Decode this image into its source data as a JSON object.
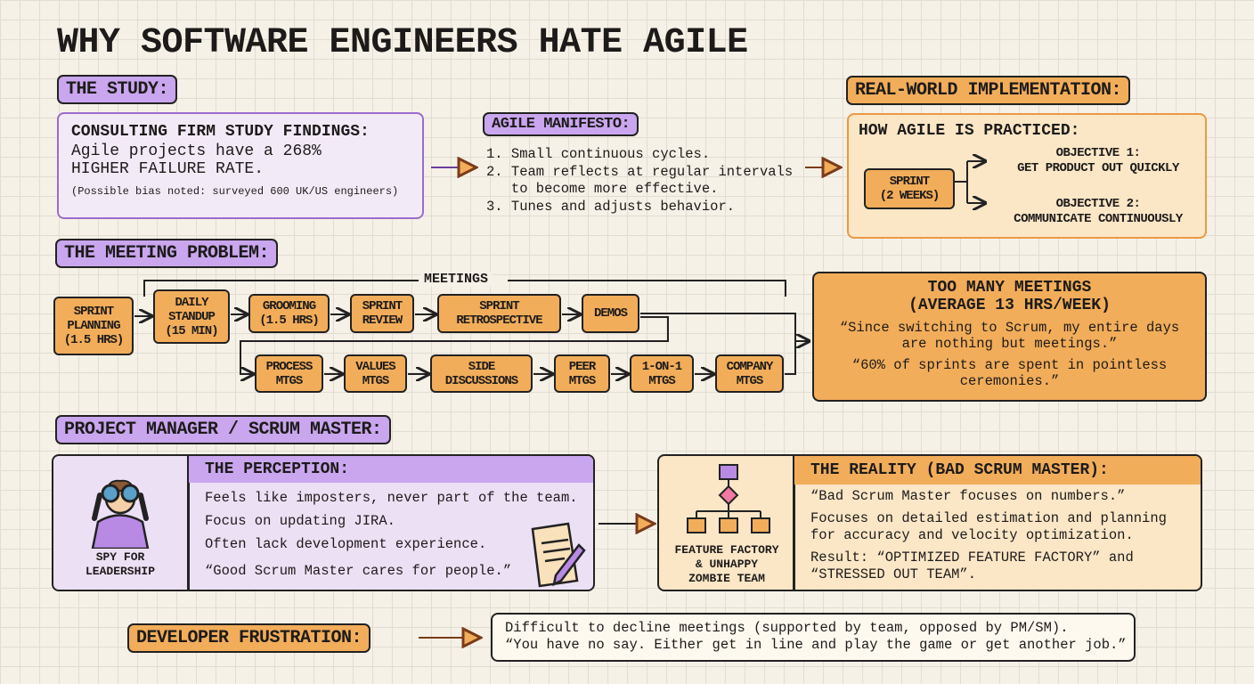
{
  "title": "WHY SOFTWARE ENGINEERS HATE AGILE",
  "study": {
    "label": "THE STUDY:",
    "heading": "CONSULTING FIRM STUDY FINDINGS:",
    "line1": "Agile projects have a 268%",
    "line2": "HIGHER FAILURE RATE.",
    "note": "(Possible bias noted: surveyed 600 UK/US engineers)"
  },
  "manifesto": {
    "label": "AGILE MANIFESTO:",
    "items": [
      "1. Small continuous cycles.",
      "2. Team reflects at regular intervals",
      "   to become more effective.",
      "3. Tunes and adjusts behavior."
    ]
  },
  "real_world": {
    "label": "REAL-WORLD IMPLEMENTATION:",
    "heading": "HOW AGILE IS PRACTICED:",
    "sprint": "SPRINT\n(2 WEEKS)",
    "obj1_title": "OBJECTIVE 1:",
    "obj1": "GET PRODUCT OUT QUICKLY",
    "obj2_title": "OBJECTIVE 2:",
    "obj2": "COMMUNICATE CONTINUOUSLY"
  },
  "meetings": {
    "label": "THE MEETING PROBLEM:",
    "bracket": "MEETINGS",
    "boxes": [
      "SPRINT\nPLANNING\n(1.5 HRS)",
      "DAILY\nSTANDUP\n(15 MIN)",
      "GROOMING\n(1.5 HRS)",
      "SPRINT\nREVIEW",
      "SPRINT\nRETROSPECTIVE",
      "DEMOS",
      "PROCESS\nMTGS",
      "VALUES\nMTGS",
      "SIDE\nDISCUSSIONS",
      "PEER\nMTGS",
      "1-ON-1\nMTGS",
      "COMPANY\nMTGS"
    ],
    "summary_title1": "TOO MANY MEETINGS",
    "summary_title2": "(AVERAGE 13 HRS/WEEK)",
    "quote1": "“Since switching to Scrum, my entire days are nothing but meetings.”",
    "quote2": "“60% of sprints are spent in pointless ceremonies.”"
  },
  "pm": {
    "label": "PROJECT MANAGER / SCRUM MASTER:",
    "perception": {
      "icon_caption": "SPY FOR\nLEADERSHIP",
      "heading": "THE PERCEPTION:",
      "lines": [
        "Feels like imposters, never part of the team.",
        "Focus on updating JIRA.",
        "Often lack development experience.",
        "“Good Scrum Master cares for people.”"
      ]
    },
    "reality": {
      "icon_caption": "FEATURE FACTORY\n& UNHAPPY\nZOMBIE TEAM",
      "heading": "THE REALITY (BAD SCRUM MASTER):",
      "lines": [
        "“Bad Scrum Master focuses on numbers.”",
        "Focuses on detailed estimation and planning\nfor accuracy and velocity optimization.",
        "Result: “OPTIMIZED FEATURE FACTORY” and\n“STRESSED OUT TEAM”."
      ]
    }
  },
  "frustration": {
    "label": "DEVELOPER FRUSTRATION:",
    "line1": "Difficult to decline meetings (supported by team, opposed by PM/SM).",
    "line2": "“You have no say. Either get in line and play the game or get another job.”"
  }
}
